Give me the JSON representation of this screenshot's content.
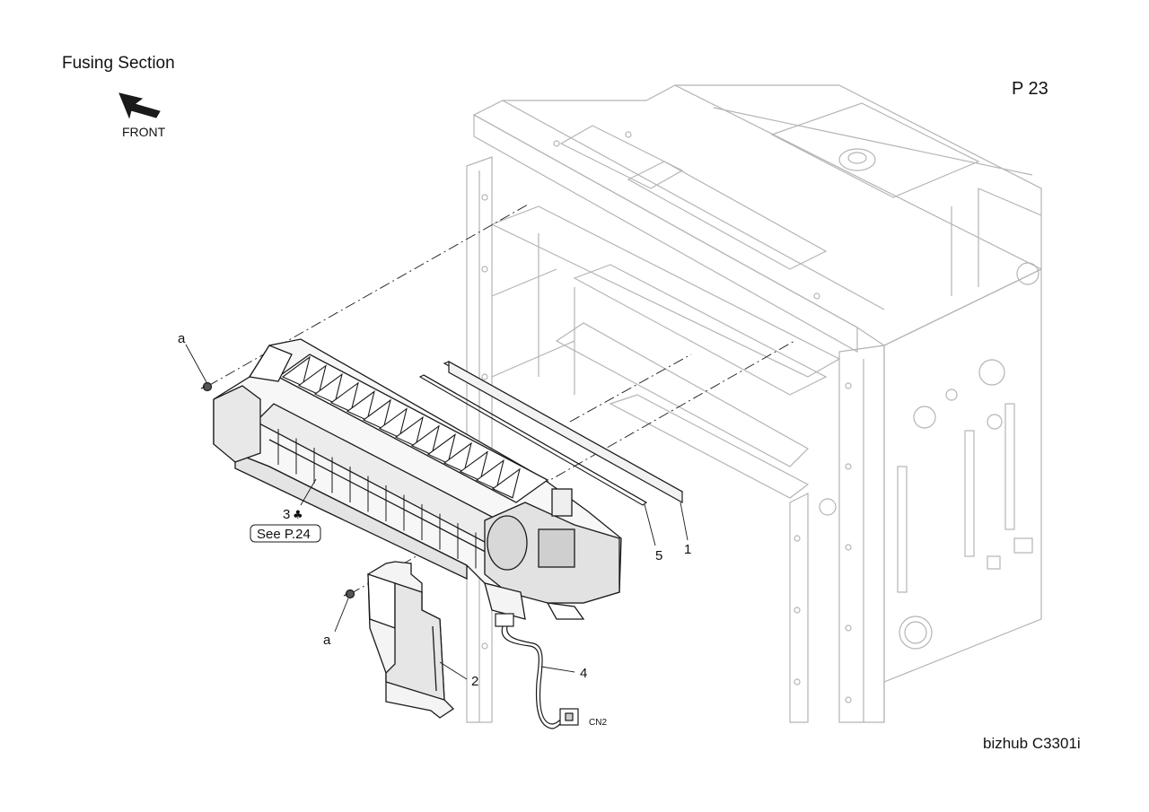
{
  "header": {
    "title": "Fusing Section",
    "page": "P 23"
  },
  "footer": {
    "model": "bizhub C3301i"
  },
  "orientation": {
    "label": "FRONT",
    "icon": "arrow-up-left-icon"
  },
  "callouts": {
    "part1": "1",
    "part2": "2",
    "part3": "3",
    "part3_symbol": "♣",
    "part3_ref": "See P.24",
    "part4": "4",
    "part5": "5",
    "screw_a_top": "a",
    "screw_a_bottom": "a",
    "connector": "CN2"
  },
  "colors": {
    "frame_line": "#b4b4b4",
    "part_line": "#1a1a1a",
    "part_fill": "#f2f2f2"
  }
}
